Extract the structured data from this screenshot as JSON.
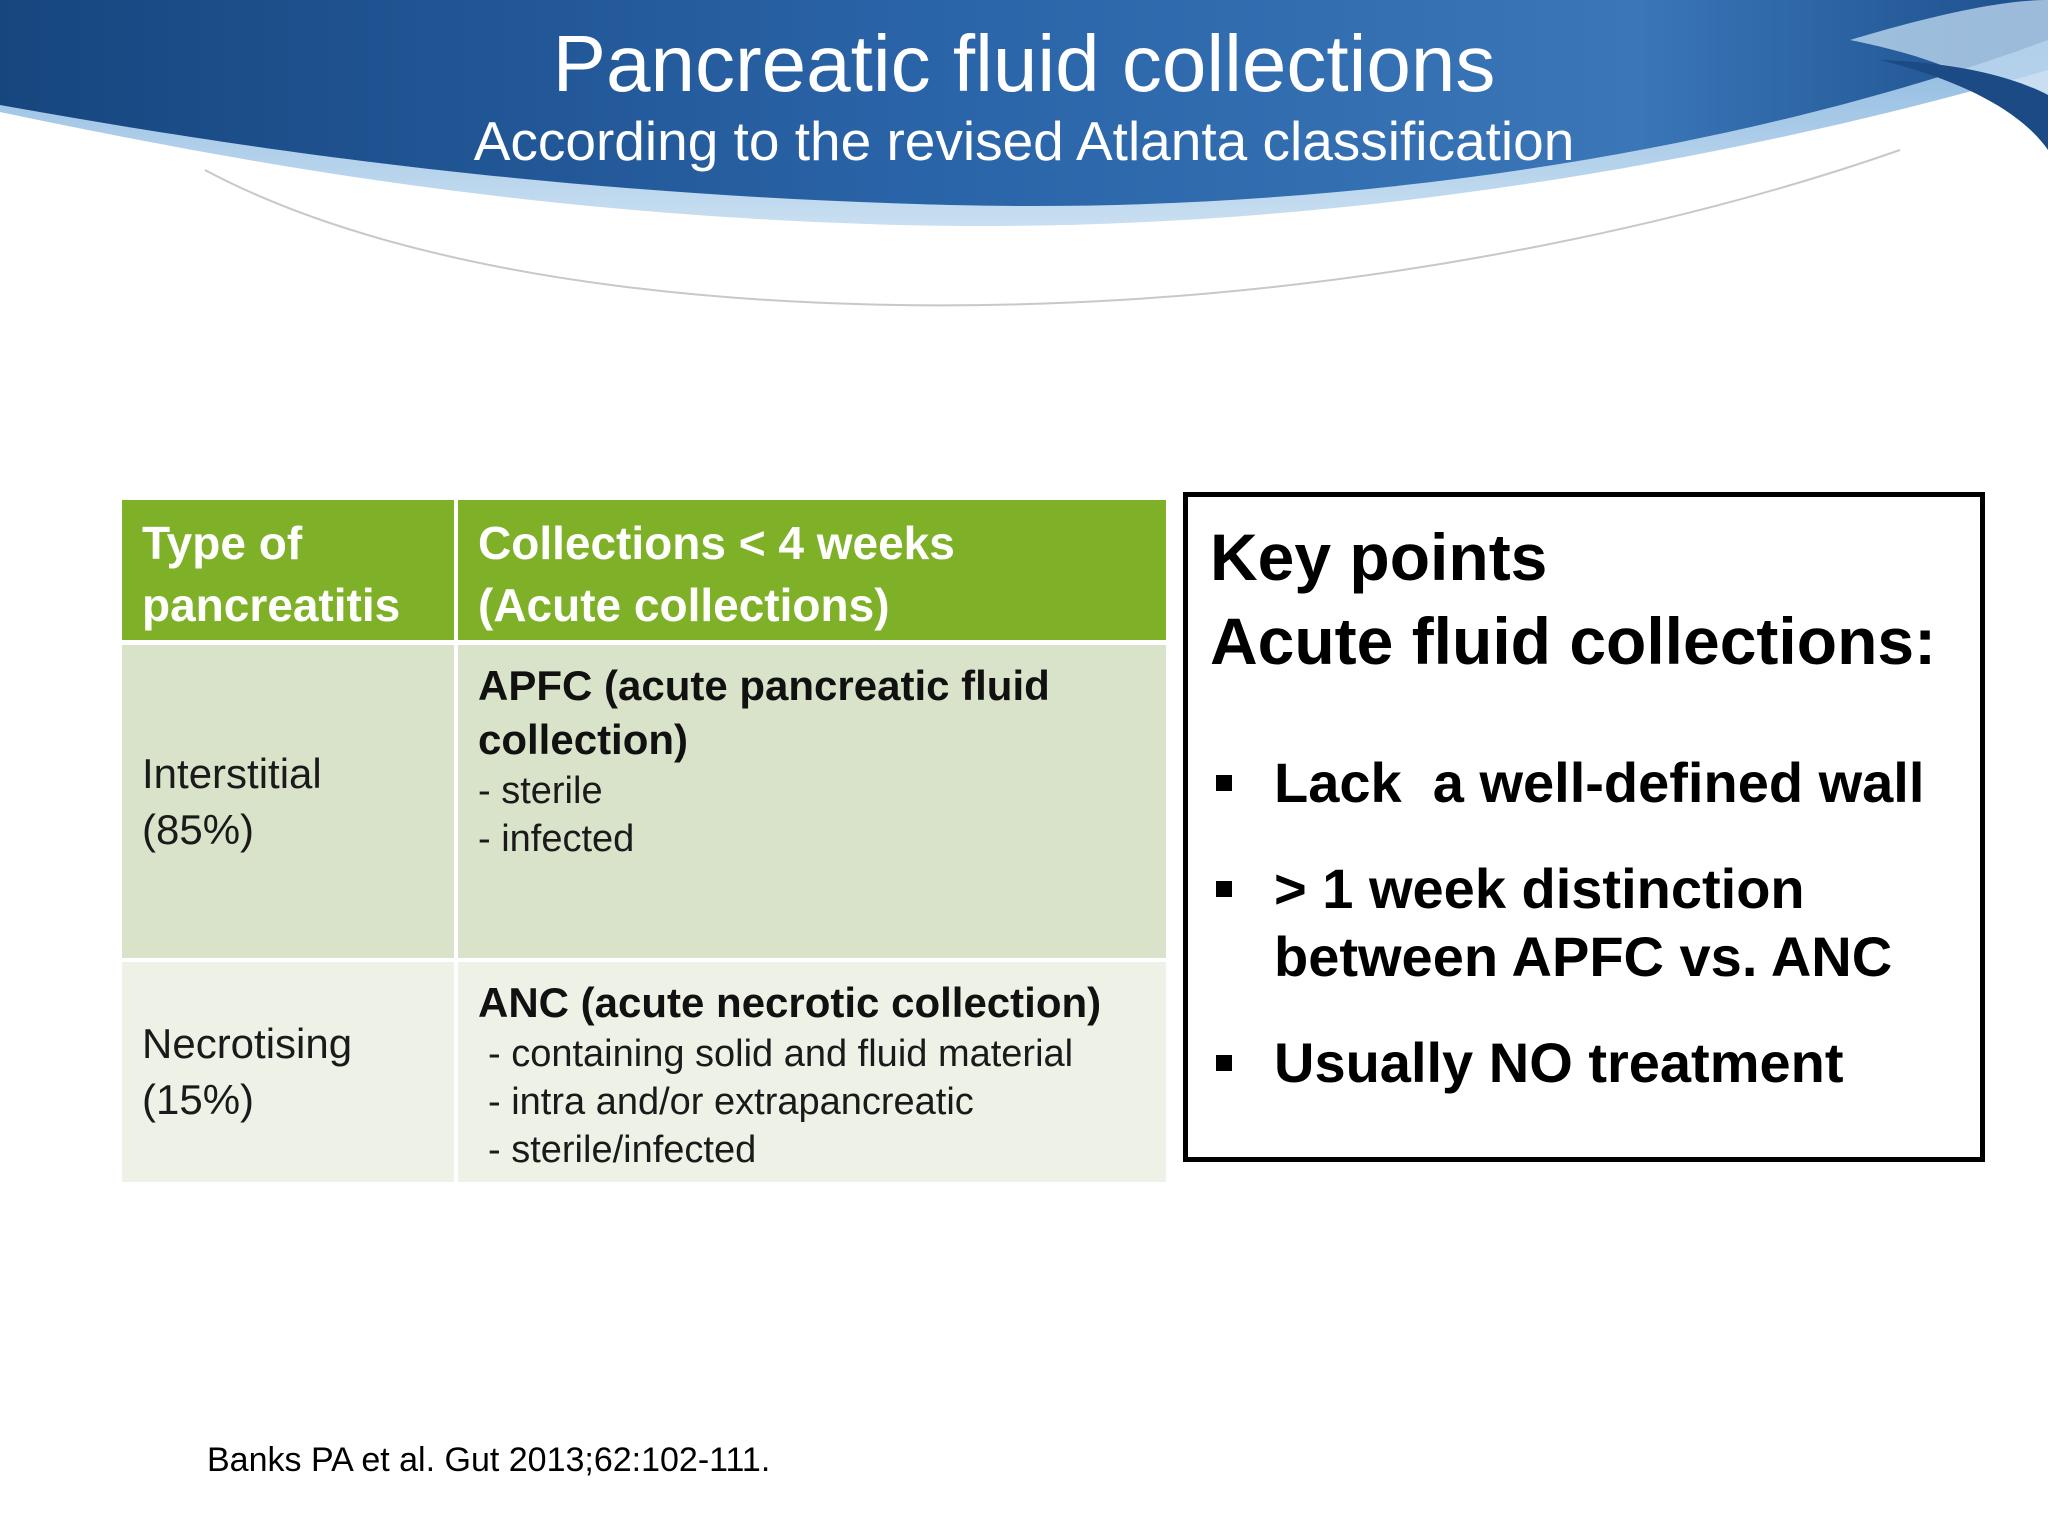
{
  "slide": {
    "title": "Pancreatic fluid collections",
    "subtitle": "According to the revised Atlanta classification"
  },
  "table": {
    "headers": [
      "Type of pancreatitis",
      "Collections < 4 weeks (Acute collections)"
    ],
    "header_lines": [
      [
        "Type of",
        "pancreatitis"
      ],
      [
        "Collections < 4 weeks",
        "(Acute collections)"
      ]
    ],
    "rows": [
      {
        "type_lines": [
          "Interstitial",
          "(85%)"
        ],
        "collection_title": "APFC (acute pancreatic fluid collection)",
        "collection_items": [
          "- sterile",
          "- infected"
        ]
      },
      {
        "type_lines": [
          "Necrotising",
          "(15%)"
        ],
        "collection_title": "ANC (acute necrotic collection)",
        "collection_items": [
          "- containing solid and fluid material",
          "- intra and/or extrapancreatic",
          "- sterile/infected"
        ]
      }
    ]
  },
  "key_points": {
    "heading_line1": "Key points",
    "heading_line2": "Acute fluid collections:",
    "items": [
      "Lack  a well-defined wall",
      "> 1 week distinction between APFC vs. ANC",
      "Usually NO treatment"
    ]
  },
  "reference": "Banks PA et al. Gut 2013;62:102-111.",
  "colors": {
    "header_blue_dark": "#1d4f8c",
    "header_blue_light": "#4d87c4",
    "table_header_green": "#7fb128",
    "row1_bg": "#d9e3c9",
    "row2_bg": "#edf1e6"
  }
}
